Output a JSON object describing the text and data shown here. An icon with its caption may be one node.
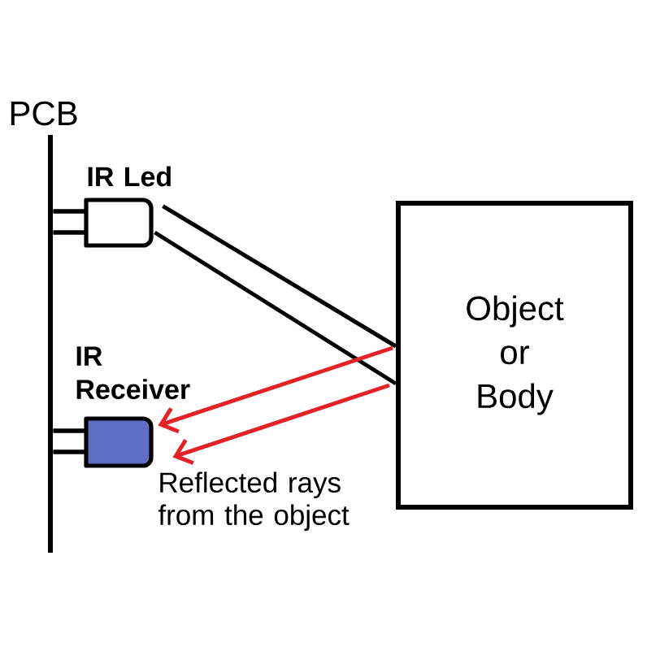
{
  "diagram": {
    "nodes": [
      {
        "text": [
          "PCB"
        ]
      },
      {
        "text": [
          "IR Led"
        ]
      },
      {
        "text": [
          "IR Receiver"
        ]
      },
      {
        "text": [
          "Object or Body"
        ]
      }
    ],
    "edges": [
      {
        "from": 1,
        "to": 3,
        "arrow": "none"
      },
      {
        "from": 1,
        "to": 3,
        "arrow": "none"
      },
      {
        "from": 3,
        "to": 2,
        "arrow": "to",
        "color": "#e32227"
      },
      {
        "from": 3,
        "to": 2,
        "arrow": "to",
        "color": "#e32227"
      },
      {
        "from": 1,
        "to": 0,
        "arrow": "none"
      },
      {
        "from": 1,
        "to": 0,
        "arrow": "none"
      },
      {
        "from": 2,
        "to": 0,
        "arrow": "none"
      },
      {
        "from": 2,
        "to": 0,
        "arrow": "none"
      }
    ],
    "labels": [
      "Reflected rays from the object"
    ]
  }
}
